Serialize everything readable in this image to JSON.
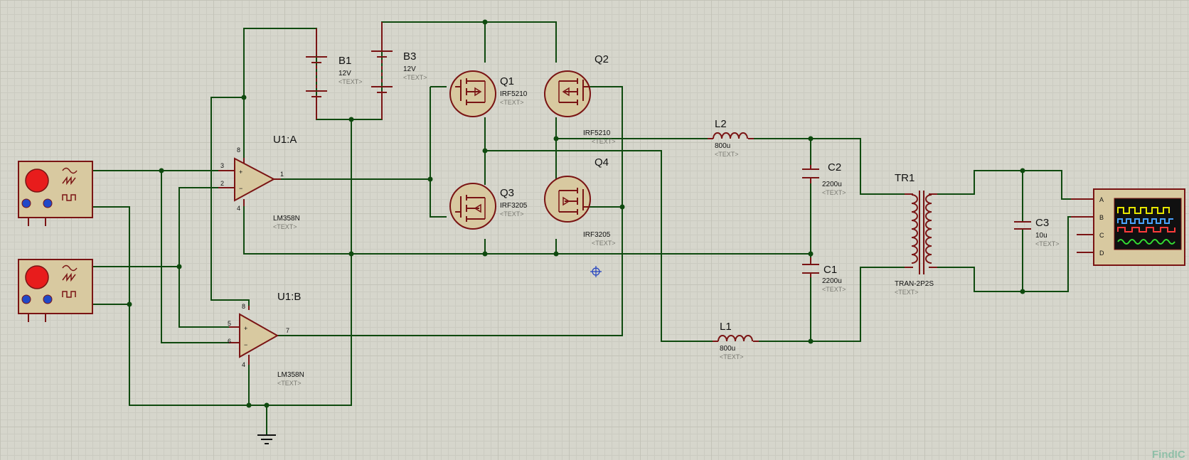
{
  "components": {
    "b1": {
      "ref": "B1",
      "value": "12V",
      "text": "<TEXT>"
    },
    "b3": {
      "ref": "B3",
      "value": "12V",
      "text": "<TEXT>"
    },
    "q1": {
      "ref": "Q1",
      "value": "IRF5210",
      "text": "<TEXT>"
    },
    "q2": {
      "ref": "Q2",
      "value": "IRF5210",
      "text": "<TEXT>"
    },
    "q3": {
      "ref": "Q3",
      "value": "IRF3205",
      "text": "<TEXT>"
    },
    "q4": {
      "ref": "Q4",
      "value": "IRF3205",
      "text": "<TEXT>"
    },
    "u1a": {
      "ref": "U1:A",
      "value": "LM358N",
      "text": "<TEXT>",
      "pins": [
        "3",
        "2",
        "1",
        "8",
        "4"
      ]
    },
    "u1b": {
      "ref": "U1:B",
      "value": "LM358N",
      "text": "<TEXT>",
      "pins": [
        "5",
        "6",
        "7",
        "8",
        "4"
      ]
    },
    "l1": {
      "ref": "L1",
      "value": "800u",
      "text": "<TEXT>"
    },
    "l2": {
      "ref": "L2",
      "value": "800u",
      "text": "<TEXT>"
    },
    "c1": {
      "ref": "C1",
      "value": "2200u",
      "text": "<TEXT>"
    },
    "c2": {
      "ref": "C2",
      "value": "2200u",
      "text": "<TEXT>"
    },
    "c3": {
      "ref": "C3",
      "value": "10u",
      "text": "<TEXT>"
    },
    "tr1": {
      "ref": "TR1",
      "value": "TRAN-2P2S",
      "text": "<TEXT>"
    },
    "scope": {
      "channels": [
        "A",
        "B",
        "C",
        "D"
      ],
      "trace_colors": [
        "#e6e600",
        "#4aa3ff",
        "#ff3b3b",
        "#33dd33"
      ]
    }
  },
  "watermark": "FindIC",
  "colors": {
    "wire": "#0f4a0f",
    "component": "#7a1414",
    "body_fill": "#d8c9a0",
    "background": "#d6d6cc"
  }
}
